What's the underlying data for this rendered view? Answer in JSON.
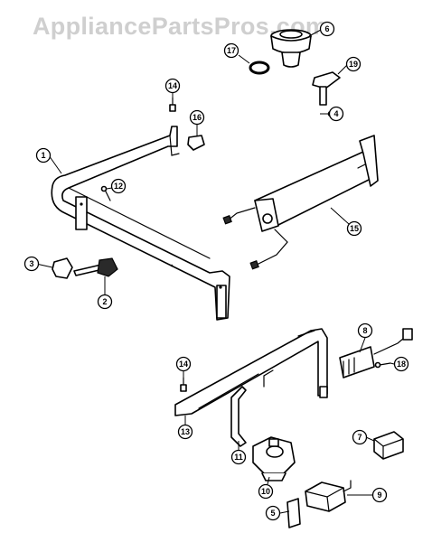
{
  "watermark": "AppliancePartsPros.com",
  "callouts": {
    "c1": "1",
    "c2": "2",
    "c3": "3",
    "c4": "4",
    "c5": "5",
    "c6": "6",
    "c7": "7",
    "c8": "8",
    "c9": "9",
    "c10": "10",
    "c11": "11",
    "c12": "12",
    "c13": "13",
    "c14a": "14",
    "c14b": "14",
    "c15": "15",
    "c16": "16",
    "c17": "17",
    "c18": "18",
    "c19": "19"
  }
}
